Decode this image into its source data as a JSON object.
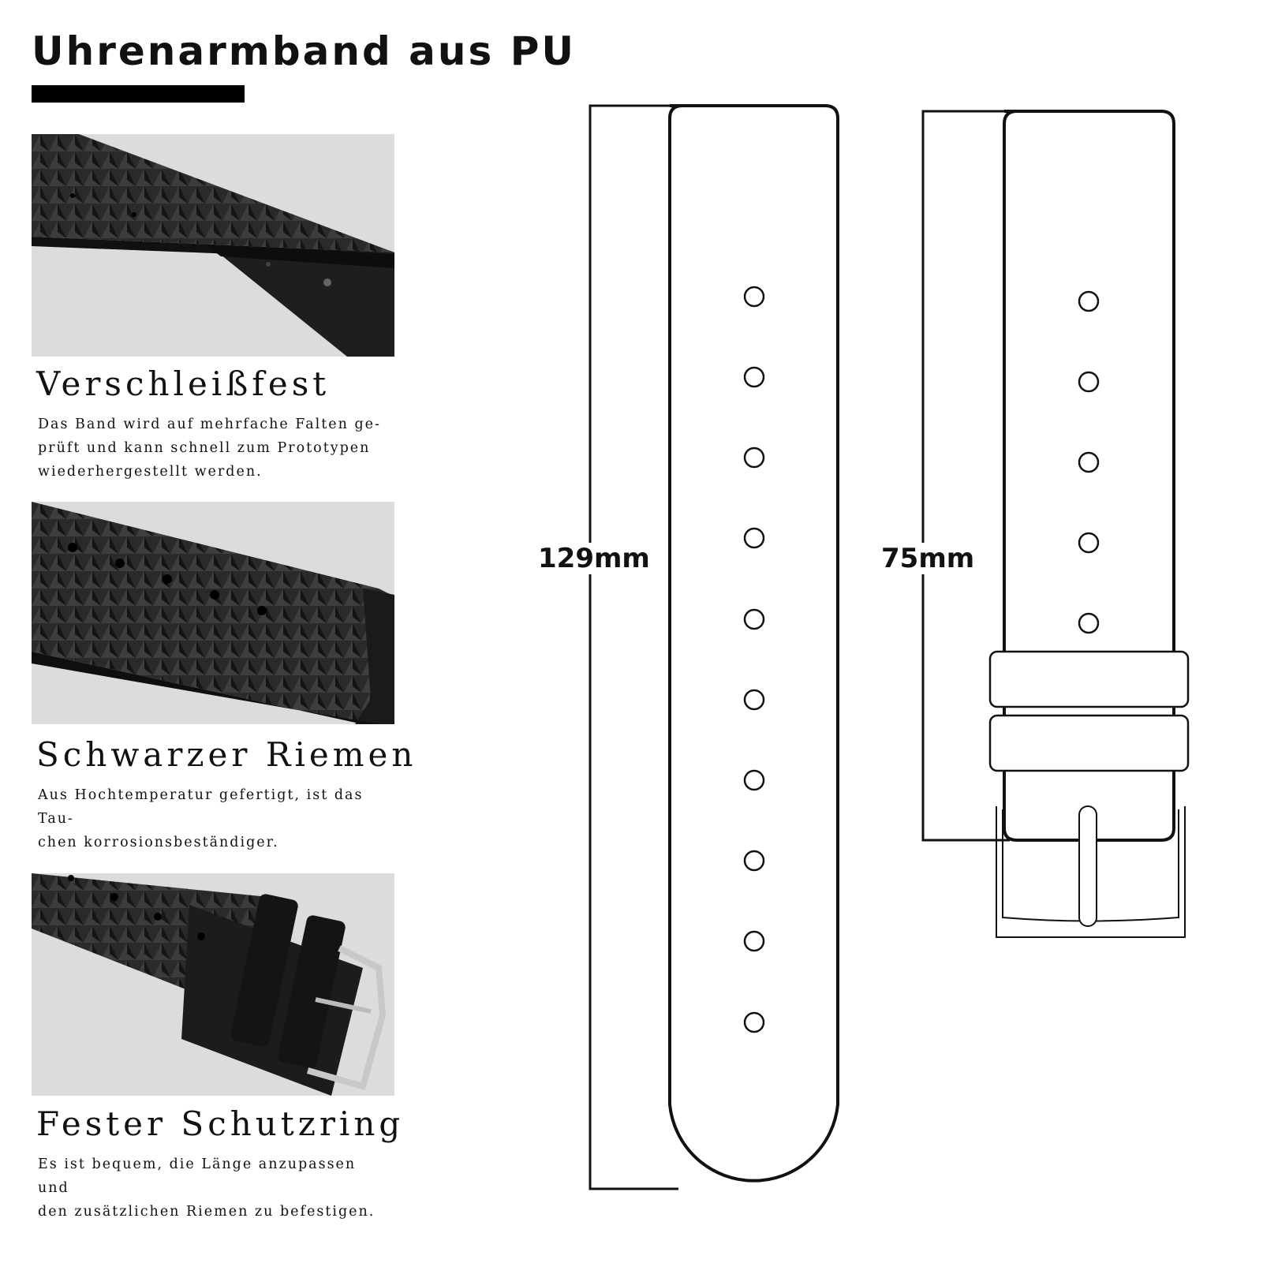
{
  "title": "Uhrenarmband aus PU",
  "features": [
    {
      "title": "Verschleißfest",
      "lines": [
        "Das Band wird auf mehrfache Falten ge-",
        "prüft und kann schnell zum Prototypen",
        "wiederhergestellt werden."
      ]
    },
    {
      "title": "Schwarzer Riemen",
      "lines": [
        "Aus Hochtemperatur gefertigt, ist das Tau-",
        "chen korrosionsbeständiger."
      ]
    },
    {
      "title": "Fester Schutzring",
      "lines": [
        "Es ist bequem, die Länge anzupassen und",
        "den zusätzlichen Riemen zu befestigen."
      ]
    }
  ],
  "dimensions": {
    "long_strap": "129mm",
    "short_strap": "75mm"
  },
  "colors": {
    "photo_bg": "#dcdcdc",
    "strap": "#1b1b1b",
    "outline": "#111111"
  }
}
